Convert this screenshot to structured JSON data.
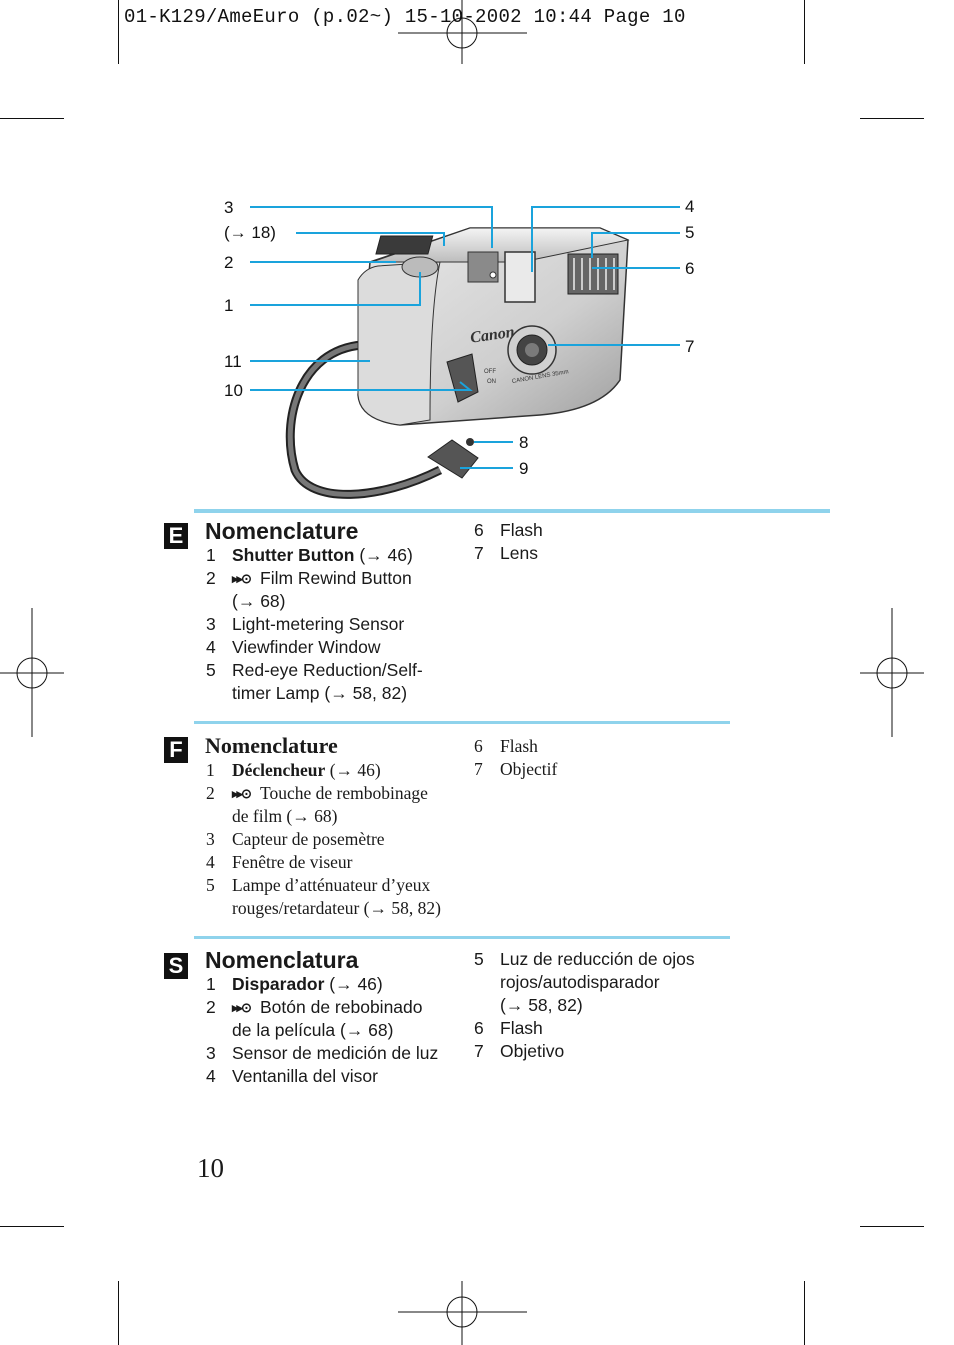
{
  "header": {
    "text": "01-K129/AmeEuro (p.02~) 15-10-2002 10:44 Page 10"
  },
  "diagram": {
    "callouts": {
      "c3": "3",
      "arrow18": "(→ 18)",
      "c2": "2",
      "c1": "1",
      "c11": "11",
      "c10": "10",
      "c4": "4",
      "c5": "5",
      "c6": "6",
      "c7": "7",
      "c8": "8",
      "c9": "9"
    },
    "brand": "Canon",
    "lens_text": "CANON LENS 35mm",
    "switch_off": "OFF",
    "switch_on": "ON"
  },
  "english": {
    "badge": "E",
    "title": "Nomenclature",
    "items": [
      {
        "num": "1",
        "bold": "Shutter Button",
        "rest": " (→ 46)"
      },
      {
        "num": "2",
        "rest": "Film Rewind Button"
      },
      {
        "num": "",
        "rest": "(→ 68)"
      },
      {
        "num": "3",
        "rest": "Light-metering Sensor"
      },
      {
        "num": "4",
        "rest": "Viewfinder Window"
      },
      {
        "num": "5",
        "rest": "Red-eye Reduction/Self-"
      },
      {
        "num": "",
        "rest": "timer Lamp (→ 58, 82)"
      }
    ],
    "items_right": [
      {
        "num": "6",
        "rest": "Flash"
      },
      {
        "num": "7",
        "rest": "Lens"
      }
    ]
  },
  "french": {
    "badge": "F",
    "title": "Nomenclature",
    "items": [
      {
        "num": "1",
        "bold": "Déclencheur",
        "rest": " (→ 46)"
      },
      {
        "num": "2",
        "rest": "Touche de rembobinage"
      },
      {
        "num": "",
        "rest": "de film (→ 68)"
      },
      {
        "num": "3",
        "rest": "Capteur de posemètre"
      },
      {
        "num": "4",
        "rest": "Fenêtre de viseur"
      },
      {
        "num": "5",
        "rest": "Lampe d’atténuateur d’yeux"
      },
      {
        "num": "",
        "rest": "rouges/retardateur (→ 58, 82)"
      }
    ],
    "items_right": [
      {
        "num": "6",
        "rest": "Flash"
      },
      {
        "num": "7",
        "rest": "Objectif"
      }
    ]
  },
  "spanish": {
    "badge": "S",
    "title": "Nomenclatura",
    "items": [
      {
        "num": "1",
        "bold": "Disparador",
        "rest": " (→ 46)"
      },
      {
        "num": "2",
        "rest": "Botón de rebobinado"
      },
      {
        "num": "",
        "rest": "de la película (→ 68)"
      },
      {
        "num": "3",
        "rest": "Sensor de medición de luz"
      },
      {
        "num": "4",
        "rest": "Ventanilla del visor"
      }
    ],
    "items_right": [
      {
        "num": "5",
        "rest": "Luz de reducción de ojos"
      },
      {
        "num": "",
        "rest": "rojos/autodisparador"
      },
      {
        "num": "",
        "rest": "(→ 58, 82)"
      },
      {
        "num": "6",
        "rest": "Flash"
      },
      {
        "num": "7",
        "rest": "Objetivo"
      }
    ]
  },
  "page_number": "10",
  "colors": {
    "accent_bar": "#8fd3ec",
    "callout_line": "#1aa3dc"
  }
}
